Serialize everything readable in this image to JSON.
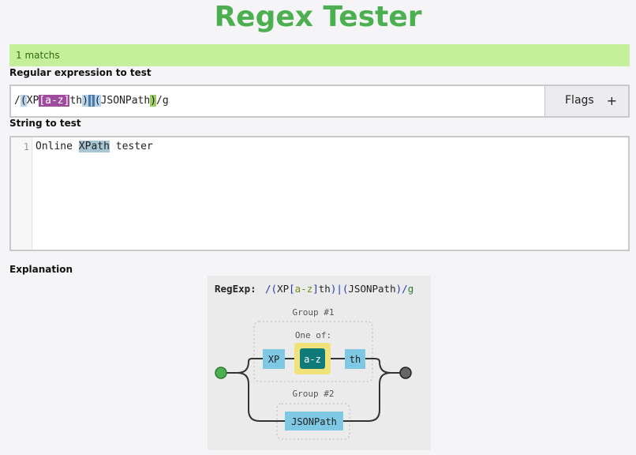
{
  "header": {
    "title": "Regex Tester"
  },
  "status": {
    "match_text": "1 matchs"
  },
  "regex_section": {
    "label": "Regular expression to test",
    "tokens": {
      "open_slash": "/",
      "grp1_open": "(",
      "xp": "XP",
      "char_class": "[a-z]",
      "th": "th",
      "grp1_close": ")",
      "alt": "|",
      "grp2_open": "(",
      "jsonpath": "JSONPath",
      "grp2_close": ")",
      "close_slash_flags": "/g"
    },
    "flags_label": "Flags",
    "flags_plus": "+"
  },
  "string_section": {
    "label": "String to test",
    "line_number": "1",
    "text_before": "Online ",
    "match": "XPath",
    "text_after": " tester"
  },
  "explanation": {
    "label": "Explanation",
    "regexp_label": "RegExp:",
    "regexp_parts": {
      "open": "/(",
      "xp": "XP",
      "bracket_open": "[",
      "range": "a-z",
      "bracket_close": "]",
      "th": "th",
      "close_alt_open": ")|(",
      "jsonpath": "JSONPath",
      "close": ")/",
      "flag": "g"
    },
    "group1_label": "Group #1",
    "oneof_label": "One of:",
    "group2_label": "Group #2",
    "node_xp": "XP",
    "node_range": "a-z",
    "node_th": "th",
    "node_jsonpath": "JSONPath"
  },
  "colors": {
    "title": "#4caf50",
    "match_bar": "#c5ef9b",
    "literal_node": "#7ec8e3",
    "range_node": "#0f7a7a",
    "range_border": "#f1e27a"
  }
}
